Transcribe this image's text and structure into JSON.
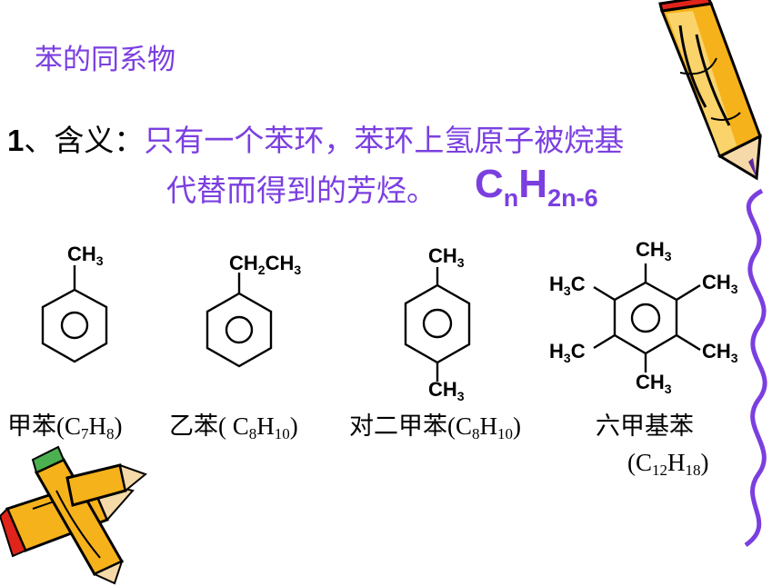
{
  "subtitle": "苯的同系物",
  "definition": {
    "number": "1",
    "sep": "、",
    "keyword": "含义：",
    "text_line1": "只有一个苯环，苯环上氢原子被烷基",
    "text_line2": "代替而得到的芳烃。"
  },
  "formula": {
    "C": "C",
    "n": "n",
    "H": "H",
    "sub": "2n-6"
  },
  "structures": {
    "toluene": {
      "group": "CH",
      "sub": "3"
    },
    "ethylbenzene": {
      "g1": "CH",
      "s1": "2",
      "g2": "CH",
      "s2": "3"
    },
    "xylene_top": {
      "group": "CH",
      "sub": "3"
    },
    "xylene_bottom": {
      "group": "CH",
      "sub": "3"
    },
    "hexa_top": {
      "group": "CH",
      "sub": "3"
    },
    "hexa_ul": {
      "h": "H",
      "sub": "3",
      "c": "C"
    },
    "hexa_ur": {
      "group": "CH",
      "sub": "3"
    },
    "hexa_ll": {
      "h": "H",
      "sub": "3",
      "c": "C"
    },
    "hexa_lr": {
      "group": "CH",
      "sub": "3"
    },
    "hexa_bottom": {
      "group": "CH",
      "sub": "3"
    }
  },
  "names": {
    "toluene": {
      "name": "甲苯",
      "open": "(C",
      "c_sub": "7",
      "h": "H",
      "h_sub": "8",
      "close": ")"
    },
    "ethylbenzene": {
      "name": "乙苯",
      "open": "( C",
      "c_sub": "8",
      "h": "H",
      "h_sub": "10",
      "close": ")"
    },
    "xylene": {
      "name": "对二甲苯",
      "open": "(C",
      "c_sub": "8",
      "h": "H",
      "h_sub": "10",
      "close": ")"
    },
    "hexamethylbenzene": {
      "name": "六甲基苯",
      "open": "(C",
      "c_sub": "12",
      "h": "H",
      "h_sub": "18",
      "close": ")"
    }
  },
  "colors": {
    "accent": "#7b3fe0",
    "text": "#000000",
    "pencil_yellow": "#f6b21b",
    "pencil_red": "#e0241b"
  },
  "icons": {
    "pencil_right": "pencil-icon",
    "pencils_left": "pencils-icon",
    "scribble": "scribble-line"
  }
}
